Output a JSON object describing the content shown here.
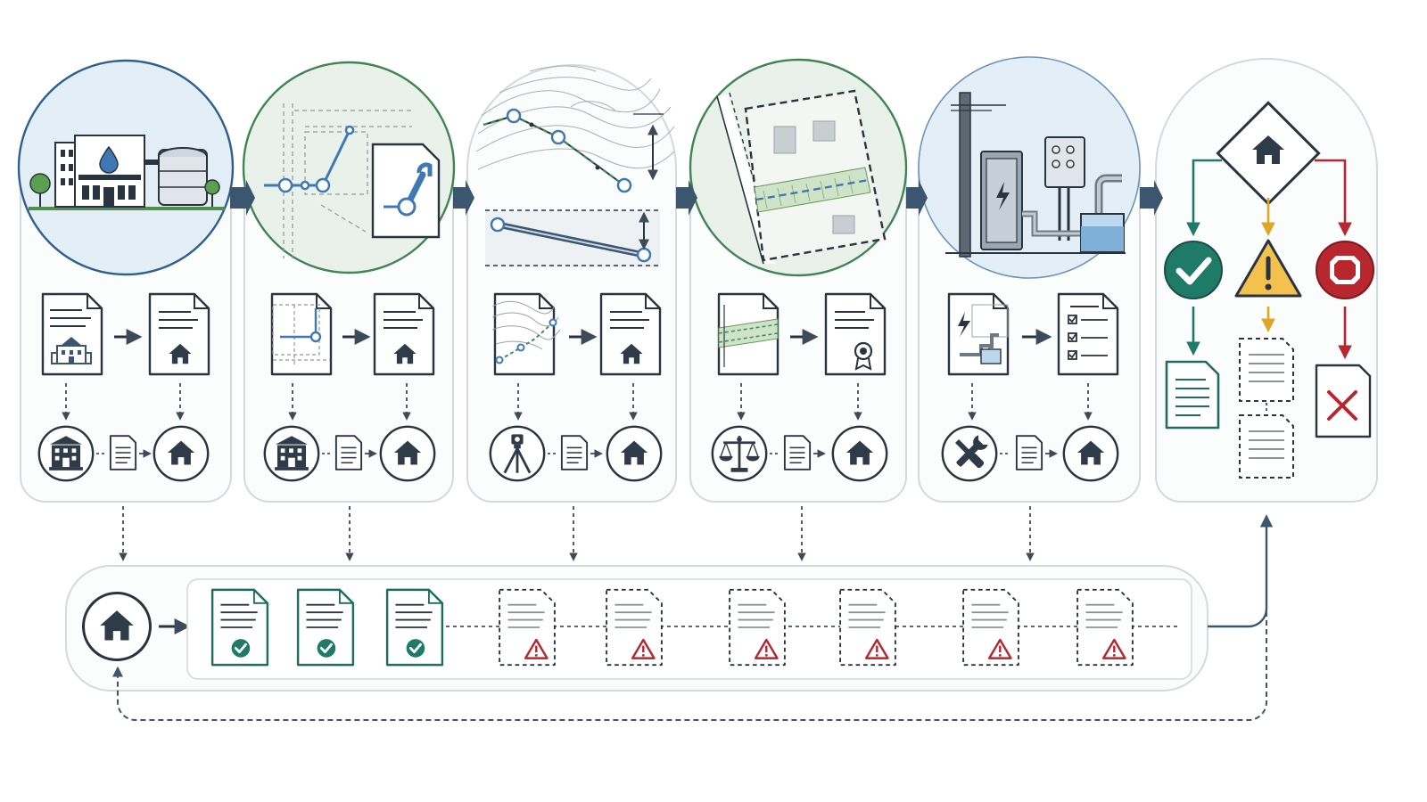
{
  "diagram": {
    "colors": {
      "ink": "#2a3440",
      "navy": "#3d5670",
      "blue_accent": "#3f79b5",
      "green_accent": "#3f8f5e",
      "teal_ok": "#1f7a68",
      "amber_warn": "#e8b742",
      "red_stop": "#b8262e",
      "panel_border": "#d3d9de",
      "circle_blue_fill": "#e4eef7",
      "circle_green_fill": "#e9f1ea",
      "circle_blue_stroke": "#2f5f92",
      "circle_green_stroke": "#3f8451"
    },
    "stages": [
      {
        "scene": "utility-building-scene",
        "doc_icon": "building-doc-icon",
        "agency_icon": "institution-icon",
        "circle": "blue"
      },
      {
        "scene": "site-plan-pipe-scene",
        "doc_icon": "site-plan-doc-icon",
        "agency_icon": "institution-icon",
        "circle": "green"
      },
      {
        "scene": "topographic-profile-scene",
        "doc_icon": "topographic-doc-icon",
        "agency_icon": "surveyor-tripod-icon",
        "circle": "none"
      },
      {
        "scene": "easement-parcel-scene",
        "doc_icon": "easement-doc-icon",
        "agency_icon": "legal-scales-icon",
        "circle": "green"
      },
      {
        "scene": "electrical-pump-scene",
        "doc_icon": "electrical-doc-icon",
        "agency_icon": "tools-icon",
        "circle": "blue"
      }
    ],
    "outcomes": [
      "approved-check-icon",
      "warning-icon",
      "stop-icon"
    ],
    "tracker": {
      "approved_docs": 3,
      "pending_docs": 6
    }
  }
}
